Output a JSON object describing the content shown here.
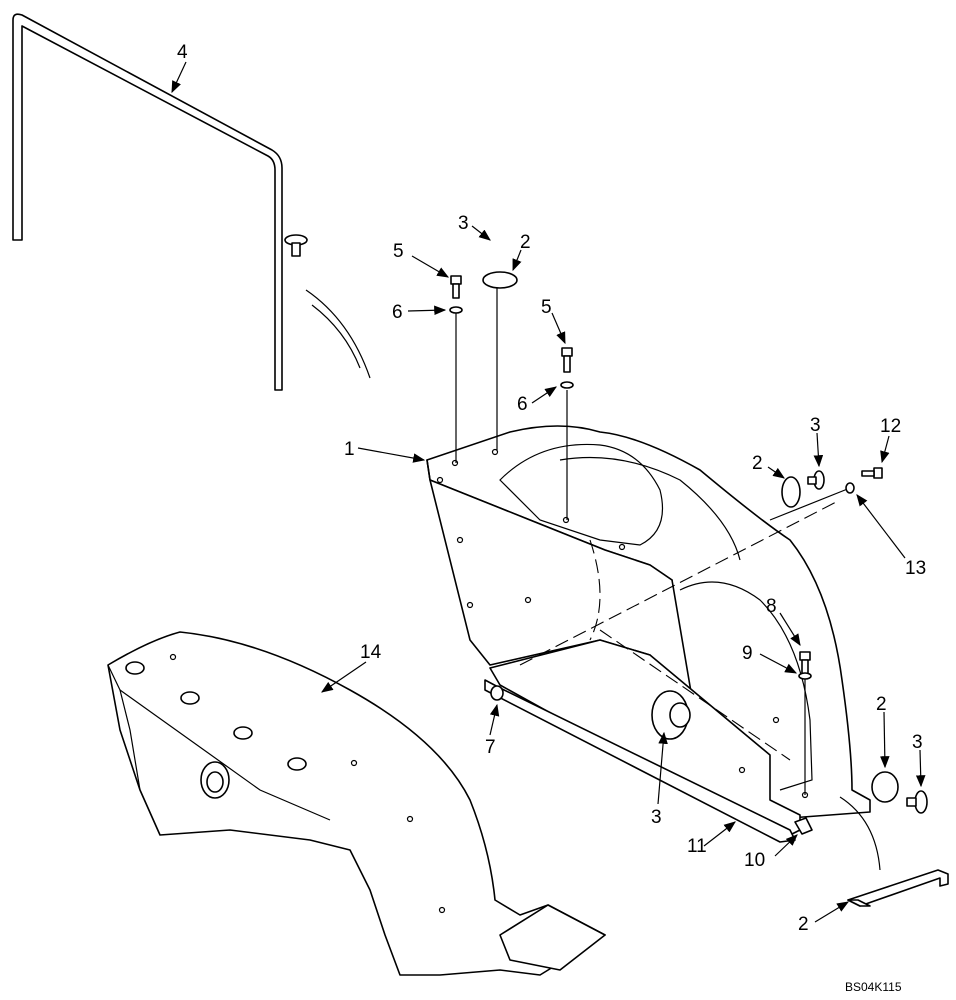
{
  "callouts": [
    {
      "id": "c-4a",
      "label": "4"
    },
    {
      "id": "c-3a",
      "label": "3"
    },
    {
      "id": "c-2a",
      "label": "2"
    },
    {
      "id": "c-5a",
      "label": "5"
    },
    {
      "id": "c-6a",
      "label": "6"
    },
    {
      "id": "c-5b",
      "label": "5"
    },
    {
      "id": "c-6b",
      "label": "6"
    },
    {
      "id": "c-1",
      "label": "1"
    },
    {
      "id": "c-2b",
      "label": "2"
    },
    {
      "id": "c-3b",
      "label": "3"
    },
    {
      "id": "c-12",
      "label": "12"
    },
    {
      "id": "c-13",
      "label": "13"
    },
    {
      "id": "c-8",
      "label": "8"
    },
    {
      "id": "c-9",
      "label": "9"
    },
    {
      "id": "c-14",
      "label": "14"
    },
    {
      "id": "c-7",
      "label": "7"
    },
    {
      "id": "c-2c",
      "label": "2"
    },
    {
      "id": "c-3c",
      "label": "3"
    },
    {
      "id": "c-3d",
      "label": "3"
    },
    {
      "id": "c-11",
      "label": "11"
    },
    {
      "id": "c-10",
      "label": "10"
    },
    {
      "id": "c-2d",
      "label": "2"
    }
  ],
  "drawing_code": "BS04K115"
}
